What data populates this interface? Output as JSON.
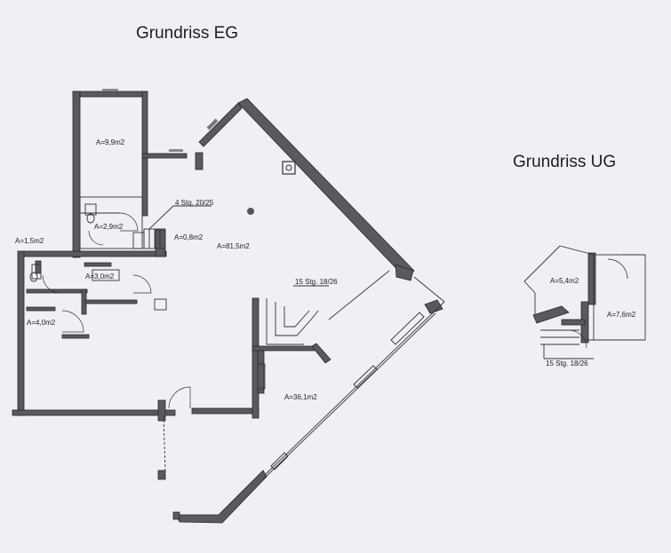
{
  "titles": {
    "eg": "Grundriss EG",
    "ug": "Grundriss UG"
  },
  "rooms_eg": {
    "a99": "A=9,9m2",
    "a29": "A=2,9m2",
    "a08": "A=0,8m2",
    "a815": "A=81,5m2",
    "a15": "A=1,5m2",
    "a30": "A=3,0m2",
    "a40": "A=4,0m2",
    "a361": "A=36,1m2"
  },
  "stairs_eg": {
    "s4": "4 Stg. 20/25",
    "s15": "15 Stg. 18/26"
  },
  "rooms_ug": {
    "a54": "A=5,4m2",
    "a76": "A=7,6m2"
  },
  "stairs_ug": {
    "s15": "15 Stg. 18/26"
  }
}
